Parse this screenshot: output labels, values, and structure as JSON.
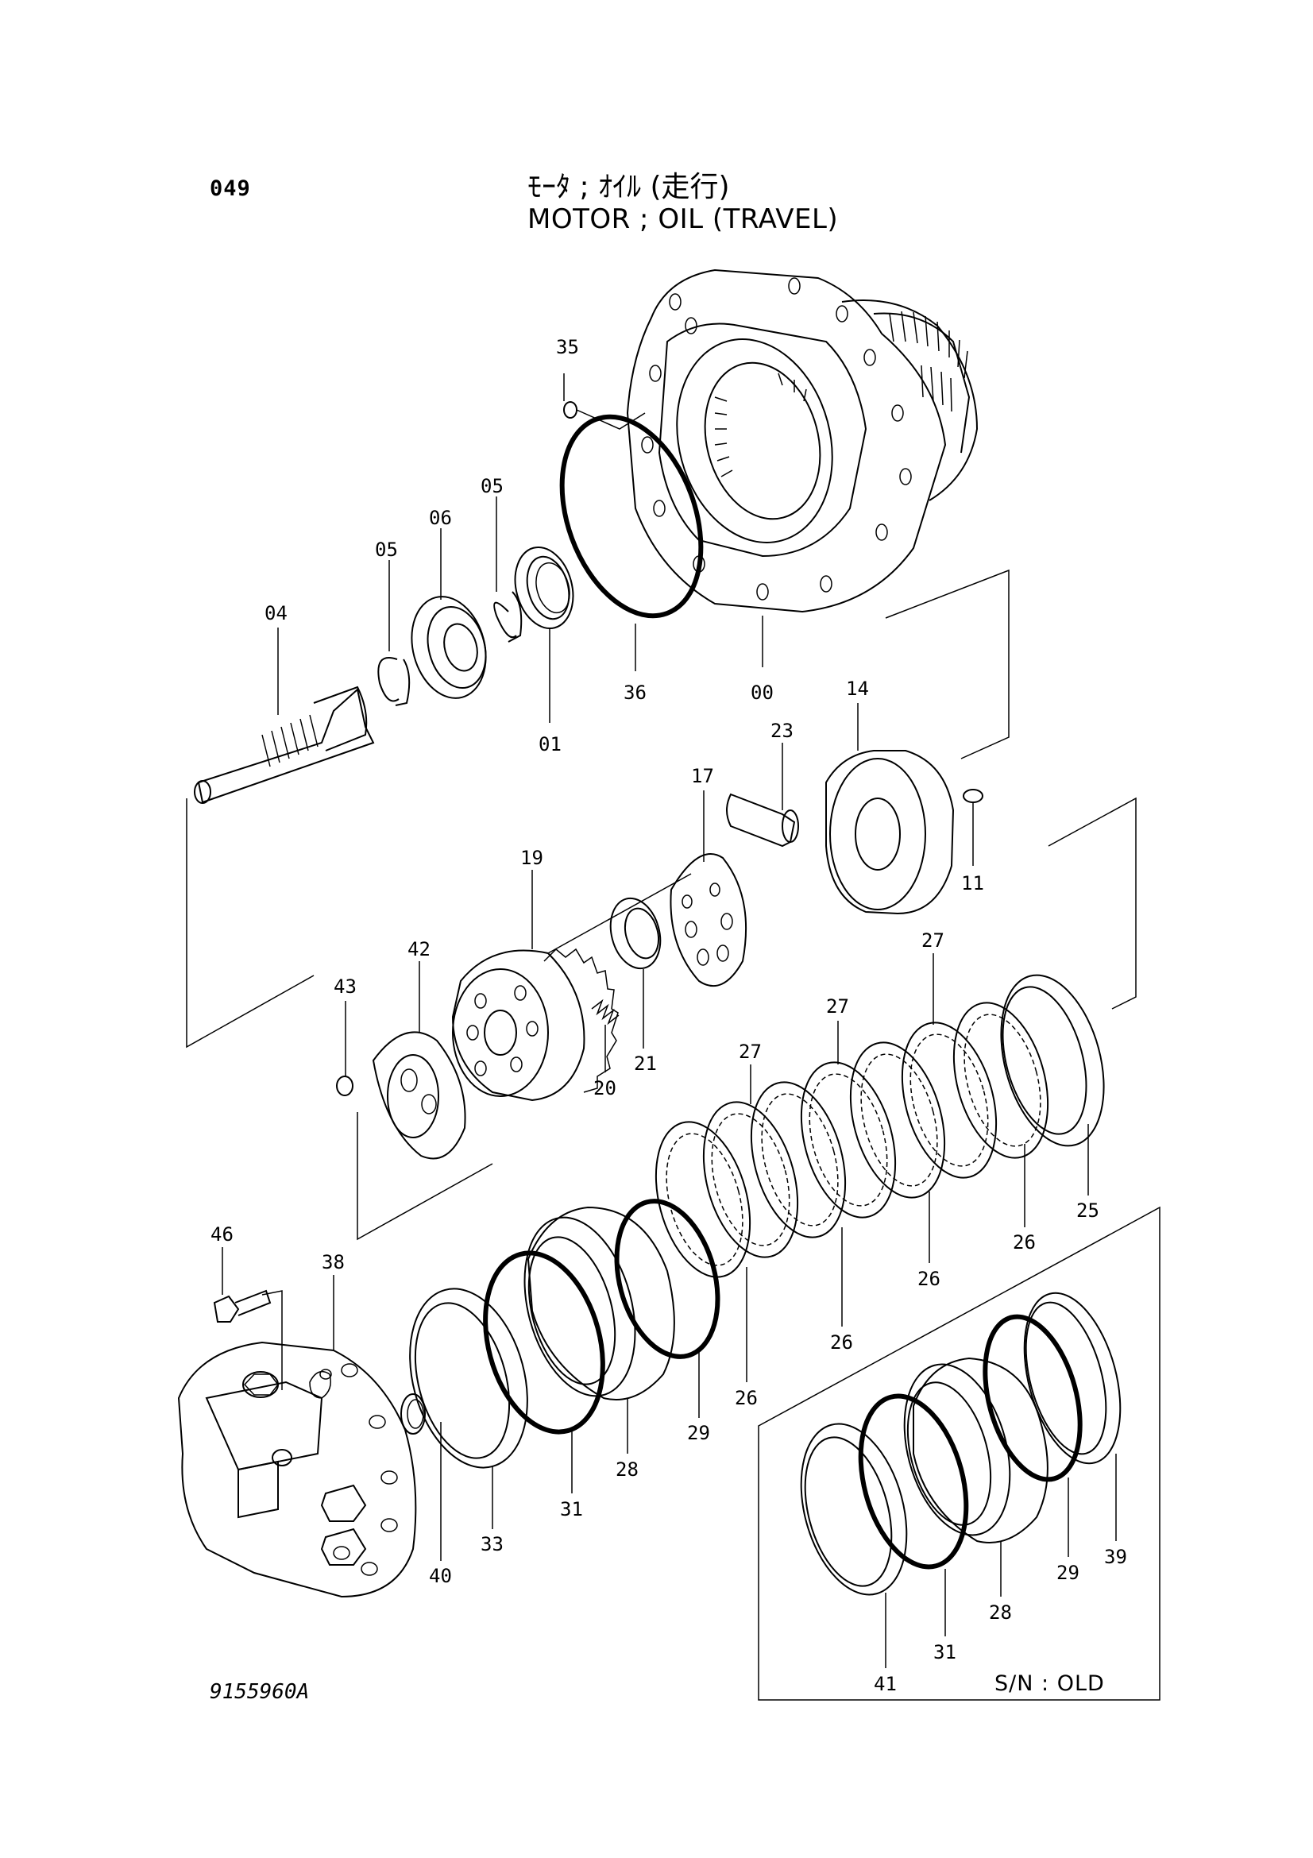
{
  "header": {
    "page_number": "049",
    "title_jp": "ﾓｰﾀ ; ｵｲﾙ (走行)",
    "title_en": "MOTOR ; OIL (TRAVEL)"
  },
  "footer": {
    "drawing_number": "9155960A"
  },
  "inset": {
    "label": "S/N : OLD"
  },
  "callouts": {
    "c35": "35",
    "c05a": "05",
    "c06": "06",
    "c05b": "05",
    "c04": "04",
    "c36": "36",
    "c00": "00",
    "c01": "01",
    "c14": "14",
    "c23": "23",
    "c17": "17",
    "c19": "19",
    "c11": "11",
    "c42": "42",
    "c43": "43",
    "c21": "21",
    "c20": "20",
    "c27a": "27",
    "c27b": "27",
    "c27c": "27",
    "c25": "25",
    "c26a": "26",
    "c26b": "26",
    "c26c": "26",
    "c26d": "26",
    "c46": "46",
    "c38": "38",
    "c29a": "29",
    "c28a": "28",
    "c31a": "31",
    "c33": "33",
    "c40": "40",
    "c39": "39",
    "c29b": "29",
    "c28b": "28",
    "c41": "41",
    "c31b": "31"
  }
}
